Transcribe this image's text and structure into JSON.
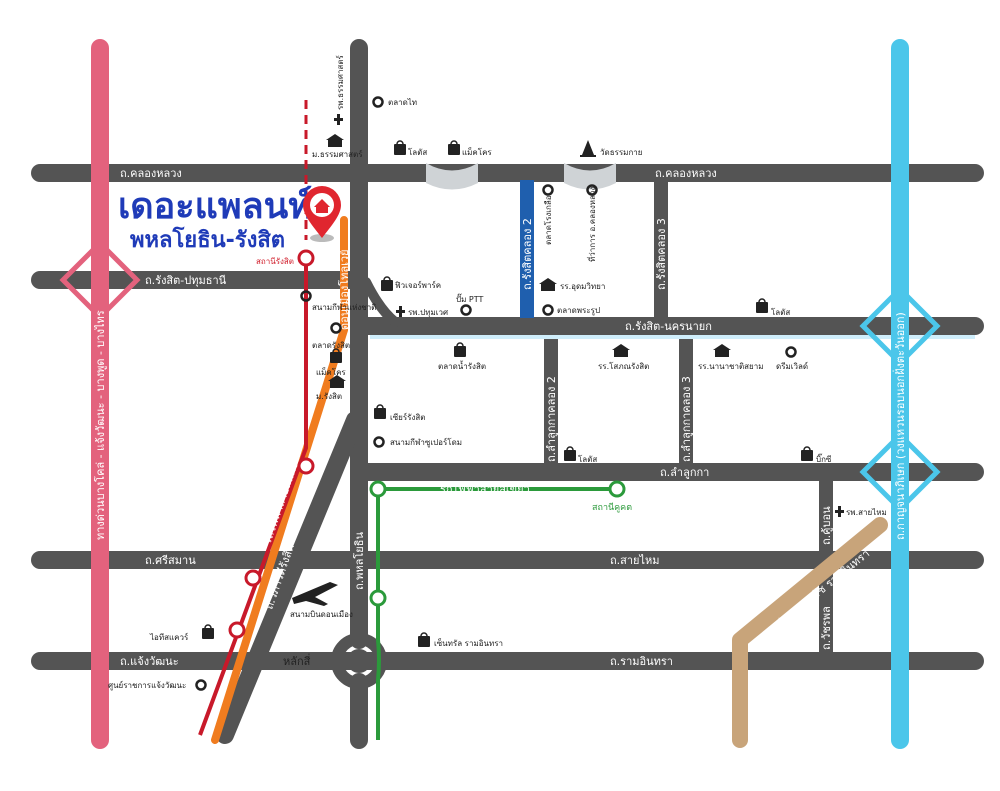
{
  "title": {
    "main": "เดอะแพลนท์",
    "sub": "พหลโยธิน-รังสิต"
  },
  "colors": {
    "road": "#545454",
    "red_line": "#c8192a",
    "orange_road": "#f07c1f",
    "green_line": "#2b9a3b",
    "pink_expressway": "#e3627d",
    "cyan_ring": "#4bc6ea",
    "tan_expressway": "#c8a47a",
    "blue_road": "#1f5fae",
    "title": "#1f3bb8"
  },
  "roads": {
    "khlong_luang_west": "ถ.คลองหลวง",
    "khlong_luang_east": "ถ.คลองหลวง",
    "rangsit_pathum": "ถ.รังสิต-ปทุมธานี",
    "rangsit_nakhon_nayok": "ถ.รังสิต-นครนายก",
    "lam_luk_ka": "ถ.ลำลูกกา",
    "sri_saman": "ถ.ศรีสมาน",
    "sai_mai": "ถ.สายไหม",
    "chaeng_watthana": "ถ.แจ้งวัฒนะ",
    "ram_intra": "ถ.รามอินทรา",
    "phahonyothin": "ถ.พหลโยธิน",
    "rangsit_khlong_2": "ถ.รังสิตคลอง 2",
    "rangsit_khlong_3": "ถ.รังสิตคลอง 3",
    "lam_luk_ka_khlong_2": "ถ.ลำลูกกาคลอง 2",
    "lam_luk_ka_khlong_3": "ถ.ลำลูกกาคลอง 3",
    "vibhavadi": "ถ.วิภาวดีรังสิต",
    "don_mueang_tollway": "ดอนเมืองโทลเวย์",
    "khu_bon": "ถ.คู้บอน",
    "watcharaphon": "ถ.วัชรพล",
    "expressway_west": "ทางด่วนบางโคล่ - แจ้งวัฒนะ - บางพูด - บางไทร",
    "outer_ring": "ถ.กาญจนาภิเษก (วงแหวนรอบนอกฝั่งตะวันออก)",
    "expressway_ramintra": "ทางด่วนฉลองรัช รามอินทรา",
    "red_line_label": "รถไฟฟ้าสายสีแดง",
    "green_line_label": "รถไฟฟ้าสายสีเขียว",
    "lak_si": "หลักสี่"
  },
  "places": {
    "rangsit_station": "สถานีรังสิต",
    "khukhot_station": "สถานีคูคต",
    "talad_thai": "ตลาดไท",
    "thammasat_hospital": "รพ.ธรรมศาสตร์",
    "thammasat_uni": "ม.ธรรมศาสตร์",
    "lotus_1": "โลตัส",
    "makro_1": "แม็คโคร",
    "wat_thammayai": "วัดธรรมกาย",
    "talad_rong_kluea": "ตลาดโรงเกลือ",
    "amphoe_khlong_luang": "ที่ว่าการ อ.คลองหลวง",
    "future_park": "ฟิวเจอร์พาร์ค",
    "patavee_hospital": "รพ.ปทุมเวศ",
    "ptt": "ปั๊ม PTT",
    "school_udom": "รร.อุดมวิทยา",
    "talad_phra_rup": "ตลาดพระรูป",
    "lotus_2": "โลตัส",
    "national_stadium": "สนามกีฬาแห่งชาติ",
    "talad_rangsit": "ตลาดรังสิต",
    "makro_2": "แม็คโคร",
    "rangsit_uni": "ม.รังสิต",
    "talad_nam_rangsit": "ตลาดน้ำรังสิต",
    "school_sarasat": "รร.โสภณรังสิต",
    "school_nanachat": "รร.นานาชาติสยาม",
    "dream_world": "ดรีมเวิลด์",
    "zeer_rangsit": "เซียร์รังสิต",
    "dream_park": "สนามกีฬาซูเปอร์โดม",
    "lotus_3": "โลตัส",
    "big_c": "บิ๊กซี",
    "sai_mai_hospital": "รพ.สายไหม",
    "don_mueang_airport": "สนามบินดอนเมือง",
    "it_square": "ไอทีสแควร์",
    "central_ramintra": "เซ็นทรัล รามอินทรา",
    "govt_center": "ศูนย์ราชการแจ้งวัฒนะ"
  }
}
